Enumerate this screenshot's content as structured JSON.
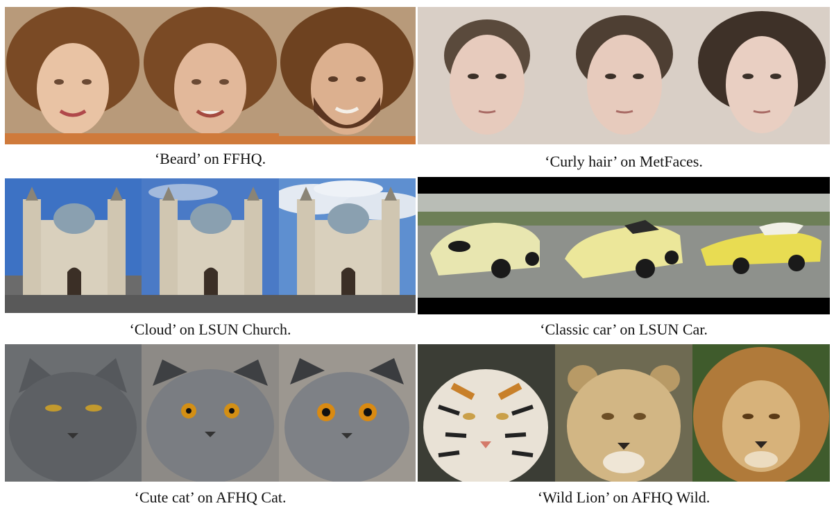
{
  "figure": {
    "panels": [
      {
        "id": "ffhq",
        "caption": "‘Beard’ on FFHQ.",
        "subject": "face-with-curly-hair-progressive-beard"
      },
      {
        "id": "metfaces",
        "caption": "‘Curly hair’ on MetFaces.",
        "subject": "painted-portrait-progressive-curly-hair"
      },
      {
        "id": "church",
        "caption": "‘Cloud’ on LSUN Church.",
        "subject": "cathedral-progressive-clouds"
      },
      {
        "id": "car",
        "caption": "‘Classic car’ on LSUN Car.",
        "subject": "yellow-sports-car-progressive-classic"
      },
      {
        "id": "cat",
        "caption": "‘Cute cat’ on AFHQ Cat.",
        "subject": "grey-cat-progressive-cute"
      },
      {
        "id": "wild",
        "caption": "‘Wild Lion’ on AFHQ Wild.",
        "subject": "tiger-to-lion-progression"
      }
    ]
  },
  "colors": {
    "background": "#ffffff",
    "caption_text": "#111111"
  }
}
